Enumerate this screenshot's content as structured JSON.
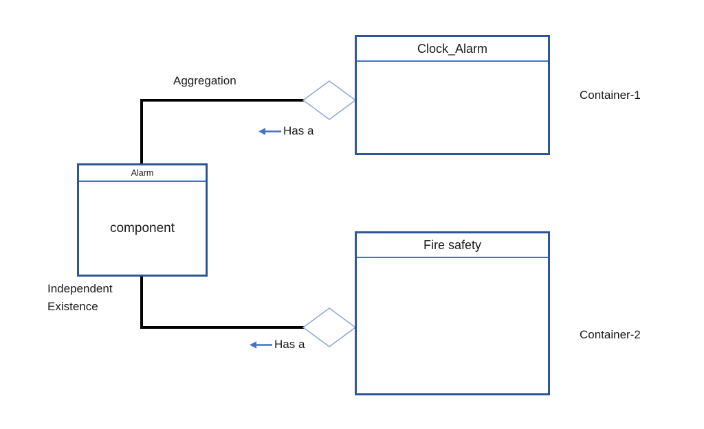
{
  "colors": {
    "box_border": "#2e5597",
    "divider": "#4472c4",
    "diamond_outline": "#8faadc",
    "arrow": "#4472c4",
    "connector": "#000000",
    "text": "#1a1a1a",
    "background": "#ffffff"
  },
  "diagram": {
    "type": "uml-aggregation-diagram",
    "boxes": {
      "clock_alarm": {
        "title": "Clock_Alarm"
      },
      "fire_safety": {
        "title": "Fire safety"
      },
      "alarm": {
        "title": "Alarm",
        "body": "component"
      }
    },
    "labels": {
      "aggregation": "Aggregation",
      "has_a_top": "Has a",
      "has_a_bottom": "Has a",
      "independent_existence": "Independent\nExistence",
      "container_1": "Container-1",
      "container_2": "Container-2"
    },
    "relationships": [
      {
        "from": "alarm",
        "to": "clock_alarm",
        "kind": "aggregation",
        "label": "Has a"
      },
      {
        "from": "alarm",
        "to": "fire_safety",
        "kind": "aggregation",
        "label": "Has a"
      }
    ]
  }
}
